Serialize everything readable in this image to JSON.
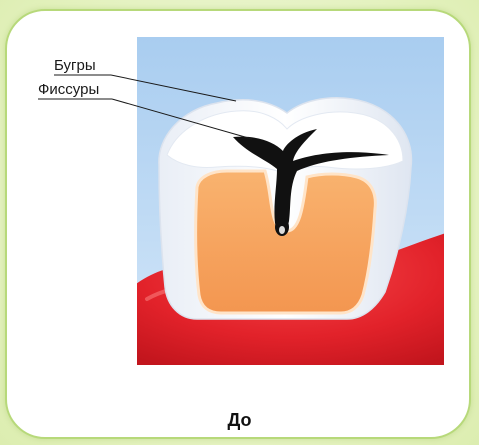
{
  "labels": {
    "cusps": "Бугры",
    "fissures": "Фиссуры"
  },
  "caption": "До",
  "colors": {
    "background": "#e3f1bd",
    "card_border": "#b7d97a",
    "sky": "#b9d6f2",
    "gum": "#e8242b",
    "enamel": "#ffffff",
    "dentin": "#f6a45c",
    "fissure": "#111111"
  }
}
